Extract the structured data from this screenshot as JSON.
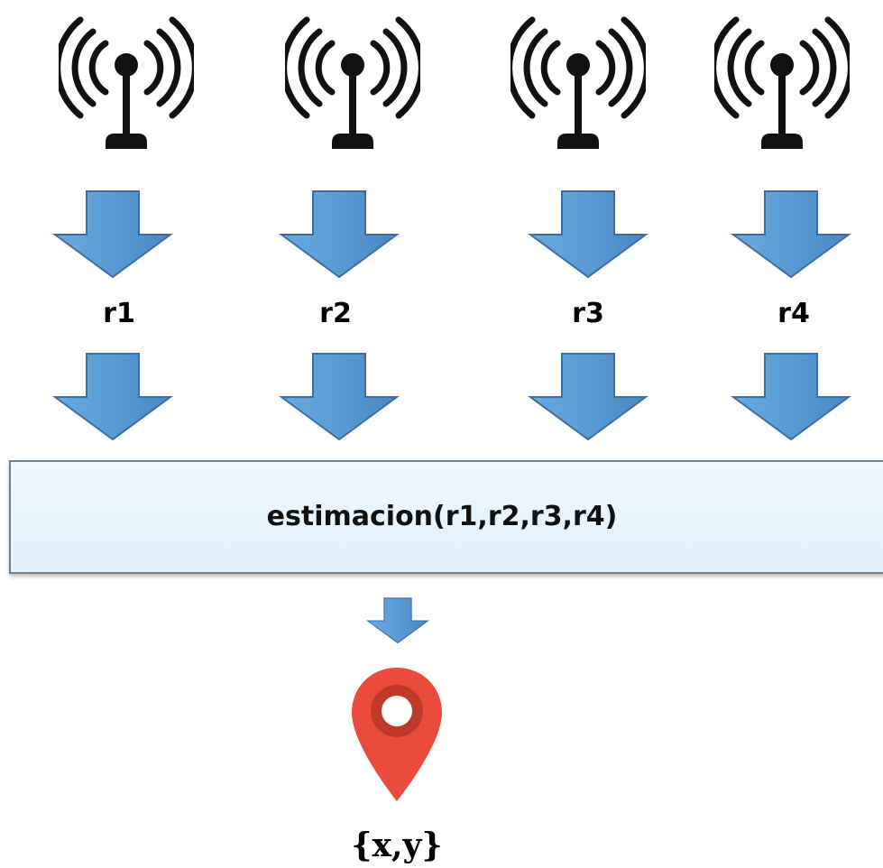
{
  "labels": [
    "r1",
    "r2",
    "r3",
    "r4"
  ],
  "estimation": "estimacion(r1,r2,r3,r4)",
  "output": "{x,y}",
  "colors": {
    "arrow_fill": "#5b9bd5",
    "arrow_stroke": "#3a6ea5",
    "box_fill": "#e6f3fb",
    "box_border": "#6c8191",
    "pin": "#ea4b3c",
    "pin_inner": "#c0392b"
  }
}
